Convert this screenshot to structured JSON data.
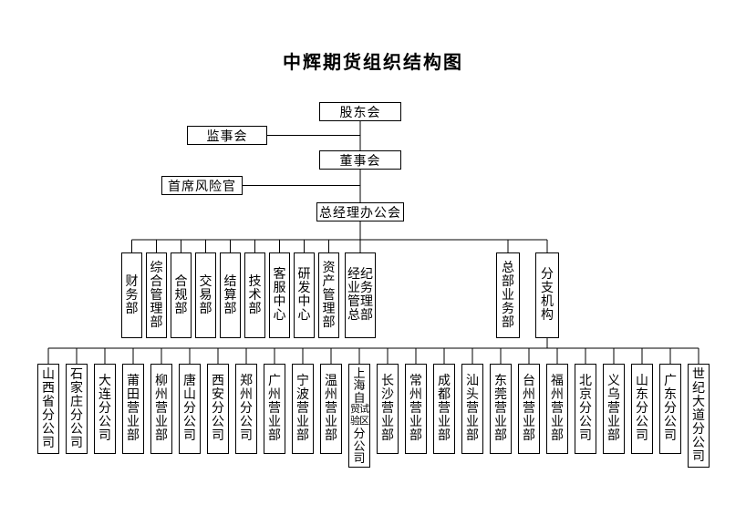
{
  "title": "中辉期货组织结构图",
  "colors": {
    "line": "#000000",
    "background": "#ffffff",
    "text": "#000000"
  },
  "top_nodes": {
    "shareholders": {
      "label": "股东会"
    },
    "supervisory_board": {
      "label": "监事会"
    },
    "board_of_directors": {
      "label": "董事会"
    },
    "chief_risk_officer": {
      "label": "首席风险官"
    },
    "gm_office": {
      "label": "总经理办公会"
    }
  },
  "departments": [
    {
      "label": "财务部"
    },
    {
      "label": "综合管理部"
    },
    {
      "label": "合规部"
    },
    {
      "label": "交易部"
    },
    {
      "label": "结算部"
    },
    {
      "label": "技术部"
    },
    {
      "label": "客服中心"
    },
    {
      "label": "研发中心"
    },
    {
      "label": "资产管理部"
    },
    {
      "label": "经纪业务管理总部",
      "lines": [
        "经纪",
        "业务",
        "管理",
        "总部"
      ]
    }
  ],
  "right_units": [
    {
      "label": "总部业务部"
    },
    {
      "label": "分支机构"
    }
  ],
  "branches": [
    {
      "label": "山西省分公司"
    },
    {
      "label": "石家庄分公司"
    },
    {
      "label": "大连分公司"
    },
    {
      "label": "莆田营业部"
    },
    {
      "label": "柳州营业部"
    },
    {
      "label": "唐山分公司"
    },
    {
      "label": "西安分公司"
    },
    {
      "label": "郑州分公司"
    },
    {
      "label": "广州营业部"
    },
    {
      "label": "宁波营业部"
    },
    {
      "label": "温州营业部"
    },
    {
      "label": "上海自贸试验区分公司",
      "lines": [
        "上",
        "海",
        "自",
        "贸试",
        "验区",
        "分",
        "公",
        "司"
      ]
    },
    {
      "label": "长沙营业部"
    },
    {
      "label": "常州营业部"
    },
    {
      "label": "成都营业部"
    },
    {
      "label": "汕头营业部"
    },
    {
      "label": "东莞营业部"
    },
    {
      "label": "台州营业部"
    },
    {
      "label": "福州营业部"
    },
    {
      "label": "北京分公司"
    },
    {
      "label": "义乌营业部"
    },
    {
      "label": "山东分公司"
    },
    {
      "label": "广东分公司"
    },
    {
      "label": "世纪大道分公司"
    }
  ]
}
